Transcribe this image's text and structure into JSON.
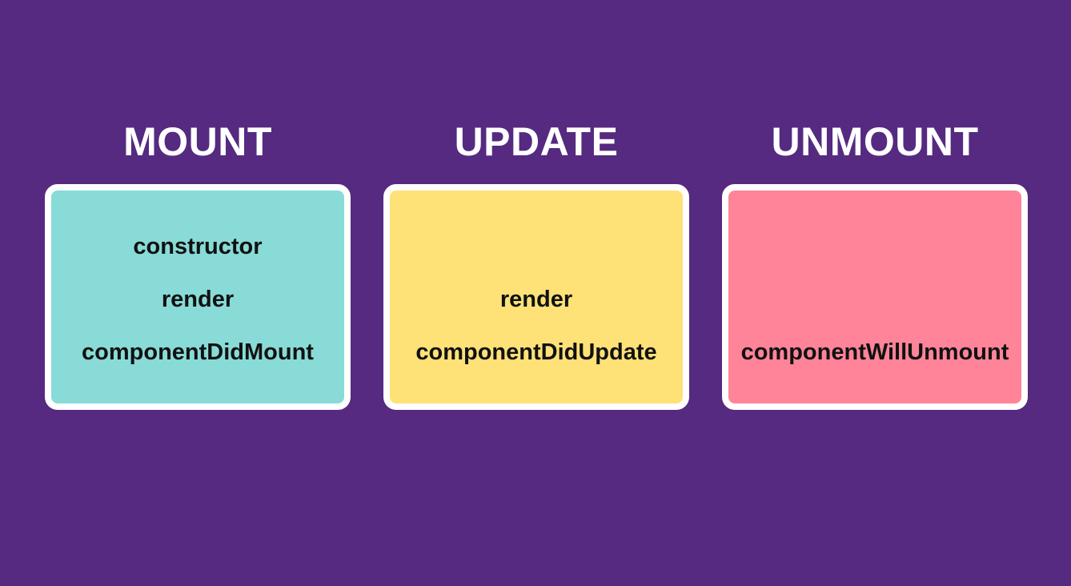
{
  "colors": {
    "background": "#552a80",
    "border": "#ffffff",
    "mount": "#88dbd7",
    "update": "#fee177",
    "unmount": "#ff8499"
  },
  "phases": [
    {
      "title": "MOUNT",
      "methods": [
        "constructor",
        "render",
        "componentDidMount"
      ]
    },
    {
      "title": "UPDATE",
      "methods": [
        "render",
        "componentDidUpdate"
      ]
    },
    {
      "title": "UNMOUNT",
      "methods": [
        "componentWillUnmount"
      ]
    }
  ]
}
